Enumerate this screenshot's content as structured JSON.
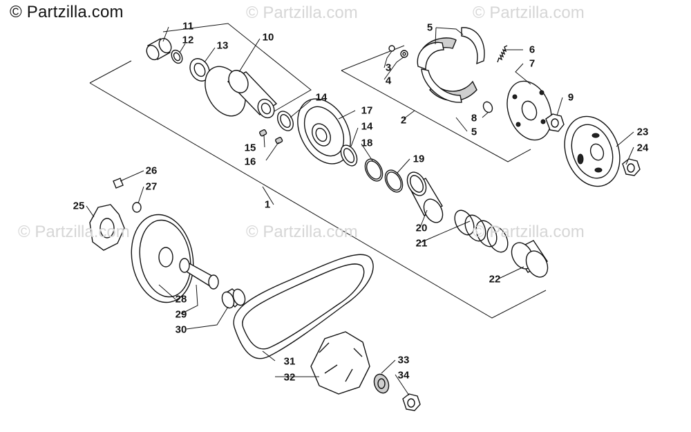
{
  "brand": {
    "text": "© Partzilla.com"
  },
  "watermarks": [
    "© Partzilla.com",
    "© Partzilla.com",
    "© Partzilla.com",
    "© Partzilla.com",
    "© Partzilla.com"
  ],
  "callouts": [
    {
      "id": "1",
      "label": "1"
    },
    {
      "id": "2",
      "label": "2"
    },
    {
      "id": "3",
      "label": "3"
    },
    {
      "id": "4",
      "label": "4"
    },
    {
      "id": "5a",
      "label": "5"
    },
    {
      "id": "5b",
      "label": "5"
    },
    {
      "id": "6",
      "label": "6"
    },
    {
      "id": "7",
      "label": "7"
    },
    {
      "id": "8",
      "label": "8"
    },
    {
      "id": "9",
      "label": "9"
    },
    {
      "id": "10",
      "label": "10"
    },
    {
      "id": "11",
      "label": "11"
    },
    {
      "id": "12",
      "label": "12"
    },
    {
      "id": "13",
      "label": "13"
    },
    {
      "id": "14a",
      "label": "14"
    },
    {
      "id": "14b",
      "label": "14"
    },
    {
      "id": "15",
      "label": "15"
    },
    {
      "id": "16",
      "label": "16"
    },
    {
      "id": "17",
      "label": "17"
    },
    {
      "id": "18",
      "label": "18"
    },
    {
      "id": "19",
      "label": "19"
    },
    {
      "id": "20",
      "label": "20"
    },
    {
      "id": "21",
      "label": "21"
    },
    {
      "id": "22",
      "label": "22"
    },
    {
      "id": "23",
      "label": "23"
    },
    {
      "id": "24",
      "label": "24"
    },
    {
      "id": "25",
      "label": "25"
    },
    {
      "id": "26",
      "label": "26"
    },
    {
      "id": "27",
      "label": "27"
    },
    {
      "id": "28",
      "label": "28"
    },
    {
      "id": "29",
      "label": "29"
    },
    {
      "id": "30",
      "label": "30"
    },
    {
      "id": "31",
      "label": "31"
    },
    {
      "id": "32",
      "label": "32"
    },
    {
      "id": "33",
      "label": "33"
    },
    {
      "id": "34",
      "label": "34"
    }
  ]
}
